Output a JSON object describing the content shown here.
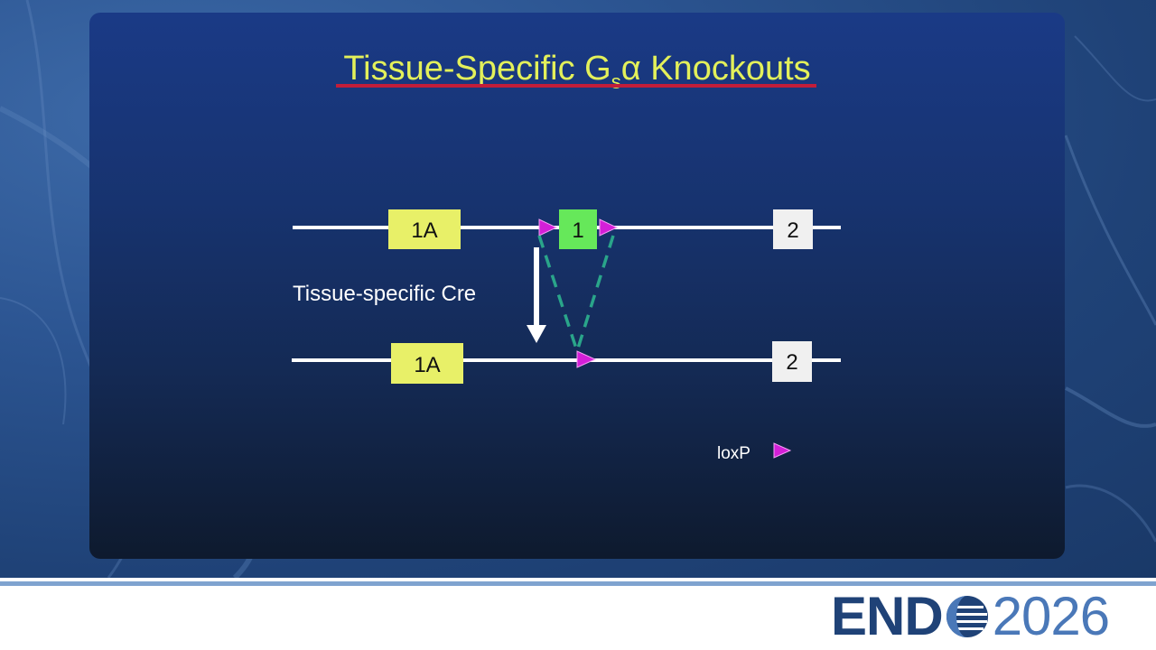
{
  "slide": {
    "title_main": "Tissue-Specific G",
    "title_sub": "s",
    "title_greek": "α",
    "title_end": " Knockouts"
  },
  "diagram": {
    "top_row": {
      "exon_1a": "1A",
      "exon_1": "1",
      "exon_2": "2"
    },
    "bottom_row": {
      "exon_1a": "1A",
      "exon_2": "2"
    },
    "cre_label": "Tissue-specific Cre",
    "legend_label": "loxP"
  },
  "colors": {
    "title": "#e3f05a",
    "exon_1a": "#e8f068",
    "exon_1": "#66e85a",
    "exon_2": "#f0f0f0",
    "loxp": "#d41fd8",
    "dashed": "#2aa58a",
    "underline": "#c21d3a"
  },
  "logo": {
    "brand": "END",
    "year": "2026"
  }
}
